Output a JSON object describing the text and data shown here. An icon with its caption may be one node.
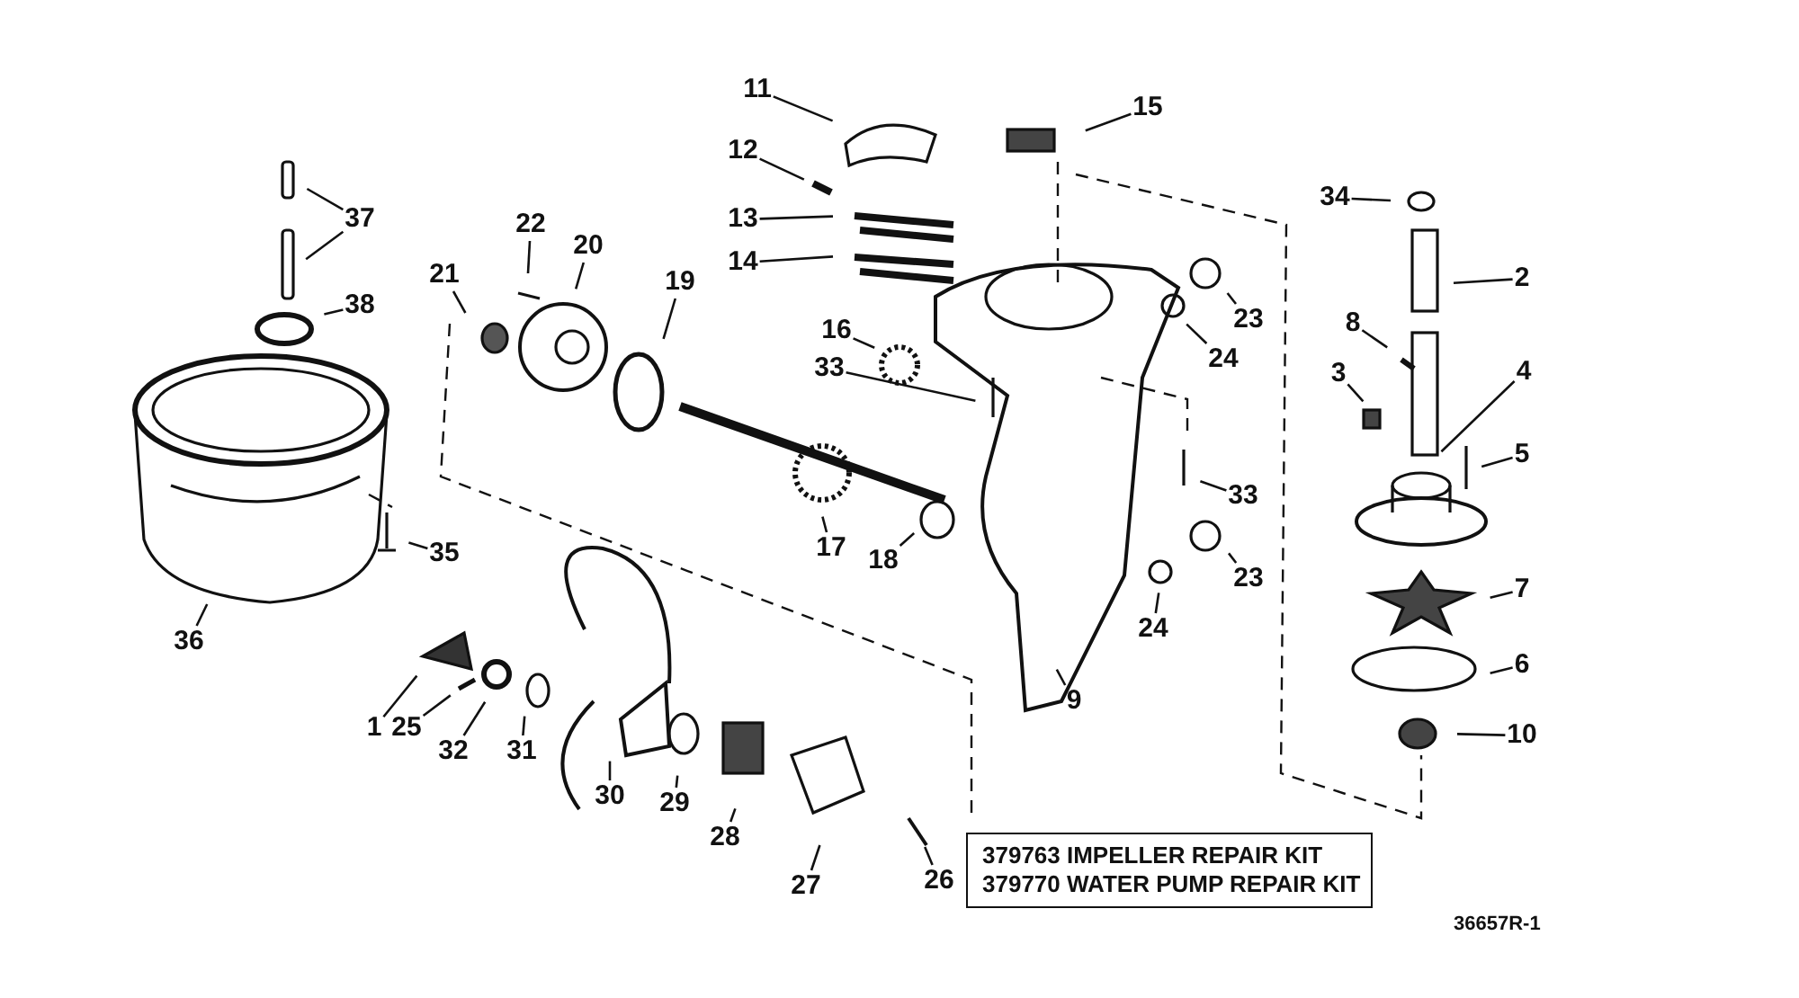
{
  "diagram": {
    "nodes": [
      {
        "text": [
          "1"
        ]
      },
      {
        "text": [
          "2"
        ]
      },
      {
        "text": [
          "3"
        ]
      },
      {
        "text": [
          "4"
        ]
      },
      {
        "text": [
          "5"
        ]
      },
      {
        "text": [
          "6"
        ]
      },
      {
        "text": [
          "7"
        ]
      },
      {
        "text": [
          "8"
        ]
      },
      {
        "text": [
          "9"
        ]
      },
      {
        "text": [
          "10"
        ]
      },
      {
        "text": [
          "11"
        ]
      },
      {
        "text": [
          "12"
        ]
      },
      {
        "text": [
          "13"
        ]
      },
      {
        "text": [
          "14"
        ]
      },
      {
        "text": [
          "15"
        ]
      },
      {
        "text": [
          "16"
        ]
      },
      {
        "text": [
          "17"
        ]
      },
      {
        "text": [
          "18"
        ]
      },
      {
        "text": [
          "19"
        ]
      },
      {
        "text": [
          "20"
        ]
      },
      {
        "text": [
          "21"
        ]
      },
      {
        "text": [
          "22"
        ]
      },
      {
        "text": [
          "23"
        ]
      },
      {
        "text": [
          "24"
        ]
      },
      {
        "text": [
          "25"
        ]
      },
      {
        "text": [
          "26"
        ]
      },
      {
        "text": [
          "27"
        ]
      },
      {
        "text": [
          "28"
        ]
      },
      {
        "text": [
          "29"
        ]
      },
      {
        "text": [
          "30"
        ]
      },
      {
        "text": [
          "31"
        ]
      },
      {
        "text": [
          "32"
        ]
      },
      {
        "text": [
          "33"
        ]
      },
      {
        "text": [
          "34"
        ]
      },
      {
        "text": [
          "35"
        ]
      },
      {
        "text": [
          "36"
        ]
      },
      {
        "text": [
          "37"
        ]
      },
      {
        "text": [
          "38"
        ]
      },
      {
        "text": [
          "23"
        ]
      },
      {
        "text": [
          "24"
        ]
      },
      {
        "text": [
          "33"
        ]
      },
      {
        "text": [
          "379763 IMPELLER REPAIR KIT",
          "379770 WATER PUMP REPAIR KIT"
        ]
      }
    ],
    "edges": [
      {
        "from": 0,
        "to": null,
        "arrow": "none"
      },
      {
        "from": 1,
        "to": null,
        "arrow": "none"
      },
      {
        "from": 2,
        "to": null,
        "arrow": "none"
      },
      {
        "from": 3,
        "to": null,
        "arrow": "none"
      },
      {
        "from": 4,
        "to": null,
        "arrow": "none"
      },
      {
        "from": 5,
        "to": null,
        "arrow": "none"
      },
      {
        "from": 6,
        "to": null,
        "arrow": "none"
      },
      {
        "from": 7,
        "to": null,
        "arrow": "none"
      },
      {
        "from": 8,
        "to": null,
        "arrow": "none"
      },
      {
        "from": 9,
        "to": null,
        "arrow": "none"
      },
      {
        "from": 10,
        "to": null,
        "arrow": "none"
      },
      {
        "from": 11,
        "to": null,
        "arrow": "none"
      },
      {
        "from": 12,
        "to": null,
        "arrow": "none"
      },
      {
        "from": 13,
        "to": null,
        "arrow": "none"
      },
      {
        "from": 14,
        "to": null,
        "arrow": "none"
      },
      {
        "from": 15,
        "to": null,
        "arrow": "none"
      },
      {
        "from": 16,
        "to": null,
        "arrow": "none"
      },
      {
        "from": 17,
        "to": null,
        "arrow": "none"
      },
      {
        "from": 18,
        "to": null,
        "arrow": "none"
      },
      {
        "from": 19,
        "to": null,
        "arrow": "none"
      },
      {
        "from": 20,
        "to": null,
        "arrow": "none"
      },
      {
        "from": 21,
        "to": null,
        "arrow": "none"
      },
      {
        "from": 22,
        "to": null,
        "arrow": "none"
      },
      {
        "from": 23,
        "to": null,
        "arrow": "none"
      },
      {
        "from": 24,
        "to": null,
        "arrow": "none"
      },
      {
        "from": 25,
        "to": null,
        "arrow": "none"
      },
      {
        "from": 26,
        "to": null,
        "arrow": "none"
      },
      {
        "from": 27,
        "to": null,
        "arrow": "none"
      },
      {
        "from": 28,
        "to": null,
        "arrow": "none"
      },
      {
        "from": 29,
        "to": null,
        "arrow": "none"
      },
      {
        "from": 30,
        "to": null,
        "arrow": "none"
      },
      {
        "from": 31,
        "to": null,
        "arrow": "none"
      },
      {
        "from": 32,
        "to": null,
        "arrow": "none"
      },
      {
        "from": 33,
        "to": null,
        "arrow": "none"
      },
      {
        "from": 34,
        "to": null,
        "arrow": "none"
      },
      {
        "from": 35,
        "to": null,
        "arrow": "none"
      },
      {
        "from": 36,
        "to": null,
        "arrow": "none"
      },
      {
        "from": 36,
        "to": null,
        "arrow": "none"
      },
      {
        "from": 37,
        "to": null,
        "arrow": "none"
      },
      {
        "from": 38,
        "to": null,
        "arrow": "none"
      },
      {
        "from": 39,
        "to": null,
        "arrow": "none"
      },
      {
        "from": 40,
        "to": null,
        "arrow": "none"
      }
    ],
    "labels": [
      "36657R-1"
    ]
  }
}
